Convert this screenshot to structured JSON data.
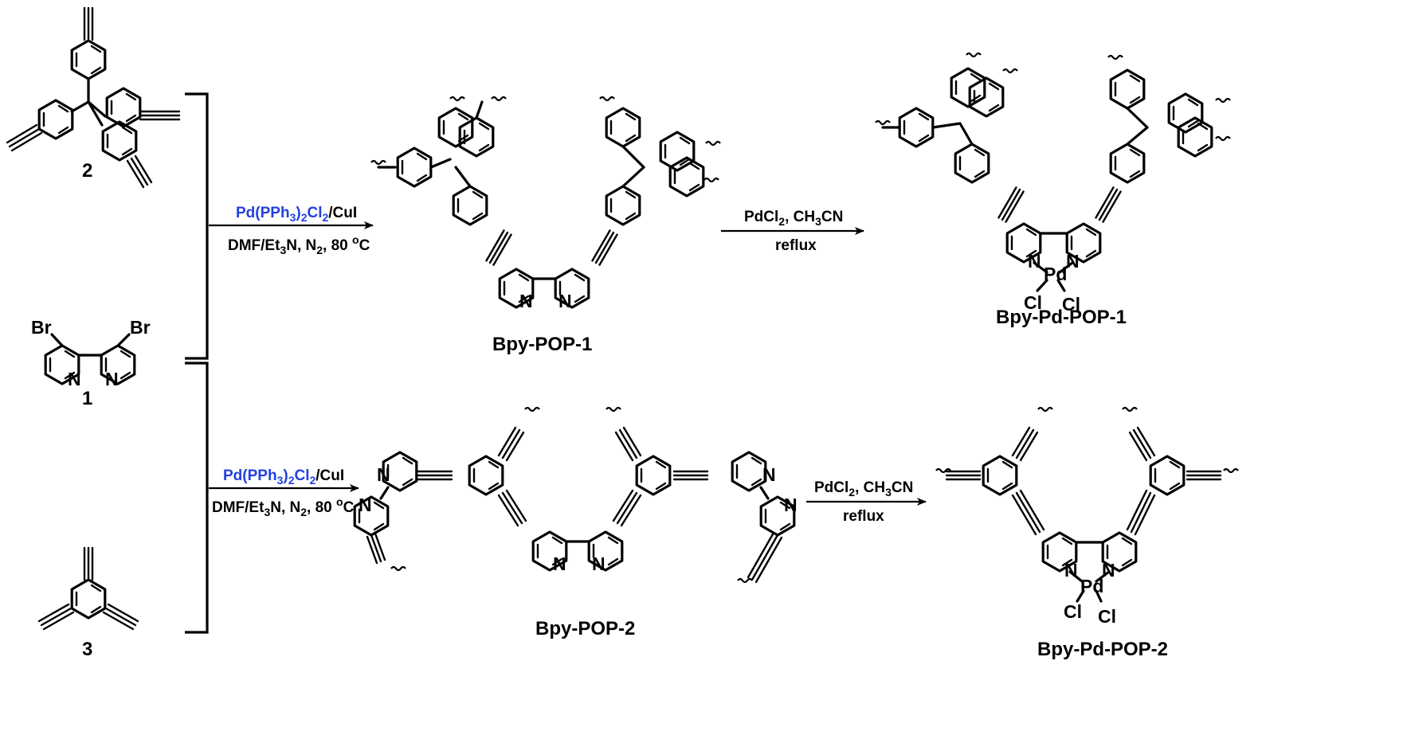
{
  "compounds": {
    "c2": "2",
    "c1": "1",
    "c3": "3",
    "bpy_pop_1": "Bpy-POP-1",
    "bpy_pop_2": "Bpy-POP-2",
    "bpy_pd_pop_1": "Bpy-Pd-POP-1",
    "bpy_pd_pop_2": "Bpy-Pd-POP-2"
  },
  "atoms": {
    "br": "Br",
    "n": "N",
    "pd": "Pd",
    "cl": "Cl"
  },
  "reaction1": {
    "catalyst": "Pd(PPh3)2Cl2/CuI",
    "conditions": "DMF/Et3N, N2, 80 oC",
    "catalyst_color": "#2440e0"
  },
  "reaction2": {
    "reagent": "PdCl2, CH3CN",
    "conditions": "reflux"
  },
  "reaction3": {
    "catalyst": "Pd(PPh3)2Cl2/CuI",
    "conditions": "DMF/Et3N, N2, 80 oC",
    "catalyst_color": "#2440e0"
  },
  "reaction4": {
    "reagent": "PdCl2, CH3CN",
    "conditions": "reflux"
  }
}
